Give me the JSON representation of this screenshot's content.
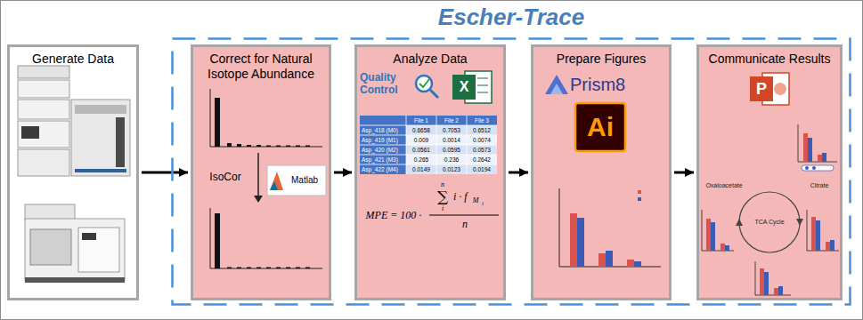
{
  "diagram": {
    "nodes": [
      {
        "text": [
          "Generate Data"
        ]
      },
      {
        "text": [
          "Escher-Trace"
        ]
      },
      {
        "text": [
          "Correct for Natural Isotope Abundance"
        ],
        "in": 1
      },
      {
        "text": [
          "Analyze Data"
        ],
        "in": 1
      },
      {
        "text": [
          "Prepare Figures"
        ],
        "in": 1
      },
      {
        "text": [
          "Communicate Results"
        ],
        "in": 1
      }
    ],
    "edges": [
      {
        "from": 0,
        "to": 2,
        "arrow": "to"
      },
      {
        "from": 2,
        "to": 3,
        "arrow": "to"
      },
      {
        "from": 3,
        "to": 4,
        "arrow": "to"
      },
      {
        "from": 4,
        "to": 5,
        "arrow": "to"
      }
    ],
    "labels": [
      "IsoCor",
      "Matlab",
      "Quality Control",
      "X",
      "File 1",
      "File 2",
      "File 3",
      "Asp_418 (M0)",
      "0.6658",
      "0.7053",
      "0.6512",
      "Asp_419 (M1)",
      "0.009",
      "0.0014",
      "0.0074",
      "Asp_420 (M2)",
      "0.0561",
      "0.0595",
      "0.0573",
      "Asp_421 (M3)",
      "0.265",
      "0.236",
      "0.2642",
      "Asp_422 (M4)",
      "0.0149",
      "0.0123",
      "0.0194",
      "MPE = 100 ·",
      "n",
      "∑",
      "i",
      "i · f",
      "M",
      "i",
      "n",
      "Prism8",
      "Ai",
      "P",
      "Oxaloacetate",
      "TCA Cycle",
      "Citrate"
    ]
  }
}
